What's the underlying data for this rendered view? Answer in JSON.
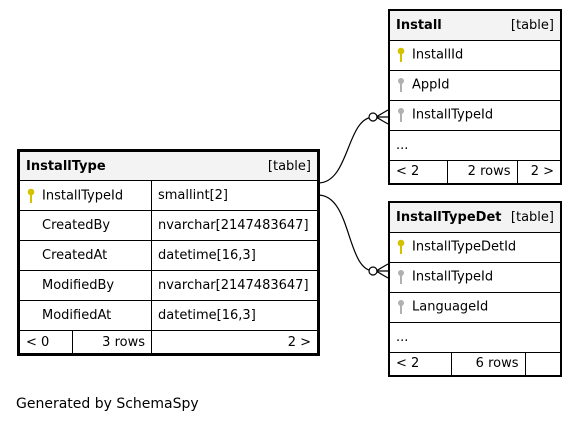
{
  "tables": {
    "install_type": {
      "name": "InstallType",
      "kind": "[table]",
      "columns": [
        {
          "name": "InstallTypeId",
          "type": "smallint[2]",
          "key": "primary"
        },
        {
          "name": "CreatedBy",
          "type": "nvarchar[2147483647]",
          "key": "none"
        },
        {
          "name": "CreatedAt",
          "type": "datetime[16,3]",
          "key": "none"
        },
        {
          "name": "ModifiedBy",
          "type": "nvarchar[2147483647]",
          "key": "none"
        },
        {
          "name": "ModifiedAt",
          "type": "datetime[16,3]",
          "key": "none"
        }
      ],
      "footer": {
        "parents": "< 0",
        "rows": "3 rows",
        "children": "2 >"
      }
    },
    "install": {
      "name": "Install",
      "kind": "[table]",
      "columns": [
        {
          "name": "InstallId",
          "key": "primary"
        },
        {
          "name": "AppId",
          "key": "foreign"
        },
        {
          "name": "InstallTypeId",
          "key": "foreign"
        }
      ],
      "more": "...",
      "footer": {
        "parents": "< 2",
        "rows": "2 rows",
        "children": "2 >"
      }
    },
    "install_type_det": {
      "name": "InstallTypeDet",
      "kind": "[table]",
      "columns": [
        {
          "name": "InstallTypeDetId",
          "key": "primary"
        },
        {
          "name": "InstallTypeId",
          "key": "foreign"
        },
        {
          "name": "LanguageId",
          "key": "foreign"
        }
      ],
      "more": "...",
      "footer": {
        "parents": "< 2",
        "rows": "6 rows",
        "children": ""
      }
    }
  },
  "colors": {
    "primary_key": "#d4c100",
    "foreign_key": "#b0b0b0",
    "header_bg": "#f3f3f3"
  },
  "generated_by": "Generated by SchemaSpy"
}
